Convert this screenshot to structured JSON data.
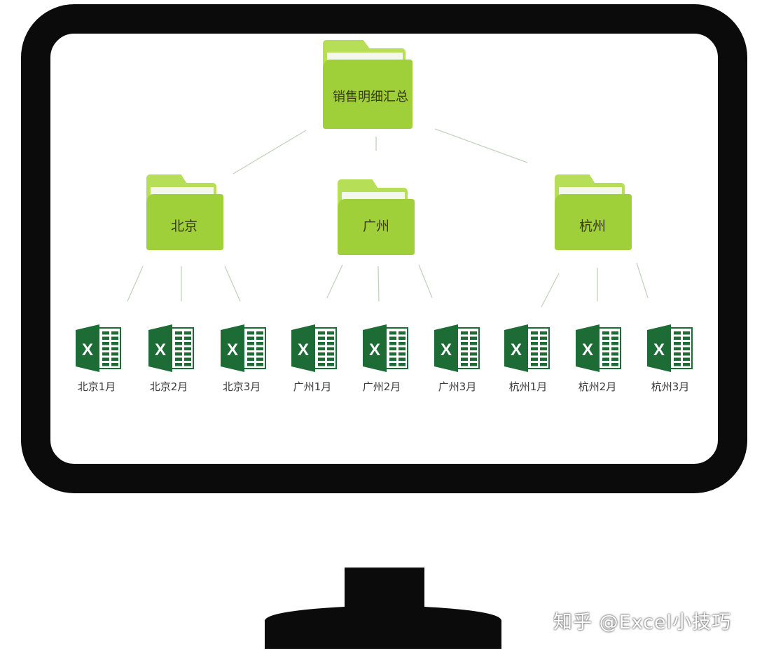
{
  "diagram": {
    "root": {
      "label": "销售明细汇总",
      "icon": "folder-icon"
    },
    "cities": [
      {
        "label": "北京",
        "icon": "folder-icon",
        "files": [
          "北京1月",
          "北京2月",
          "北京3月"
        ]
      },
      {
        "label": "广州",
        "icon": "folder-icon",
        "files": [
          "广州1月",
          "广州2月",
          "广州3月"
        ]
      },
      {
        "label": "杭州",
        "icon": "folder-icon",
        "files": [
          "杭州1月",
          "杭州2月",
          "杭州3月"
        ]
      }
    ],
    "file_icon": "excel-icon",
    "file_icon_letter": "X"
  },
  "watermark": "知乎 @Excel小技巧",
  "colors": {
    "folder_front": "#9fd039",
    "folder_back": "#b6de56",
    "excel_green": "#1d6b35",
    "monitor": "#0b0b0b",
    "connector": "#c4d3bd"
  }
}
